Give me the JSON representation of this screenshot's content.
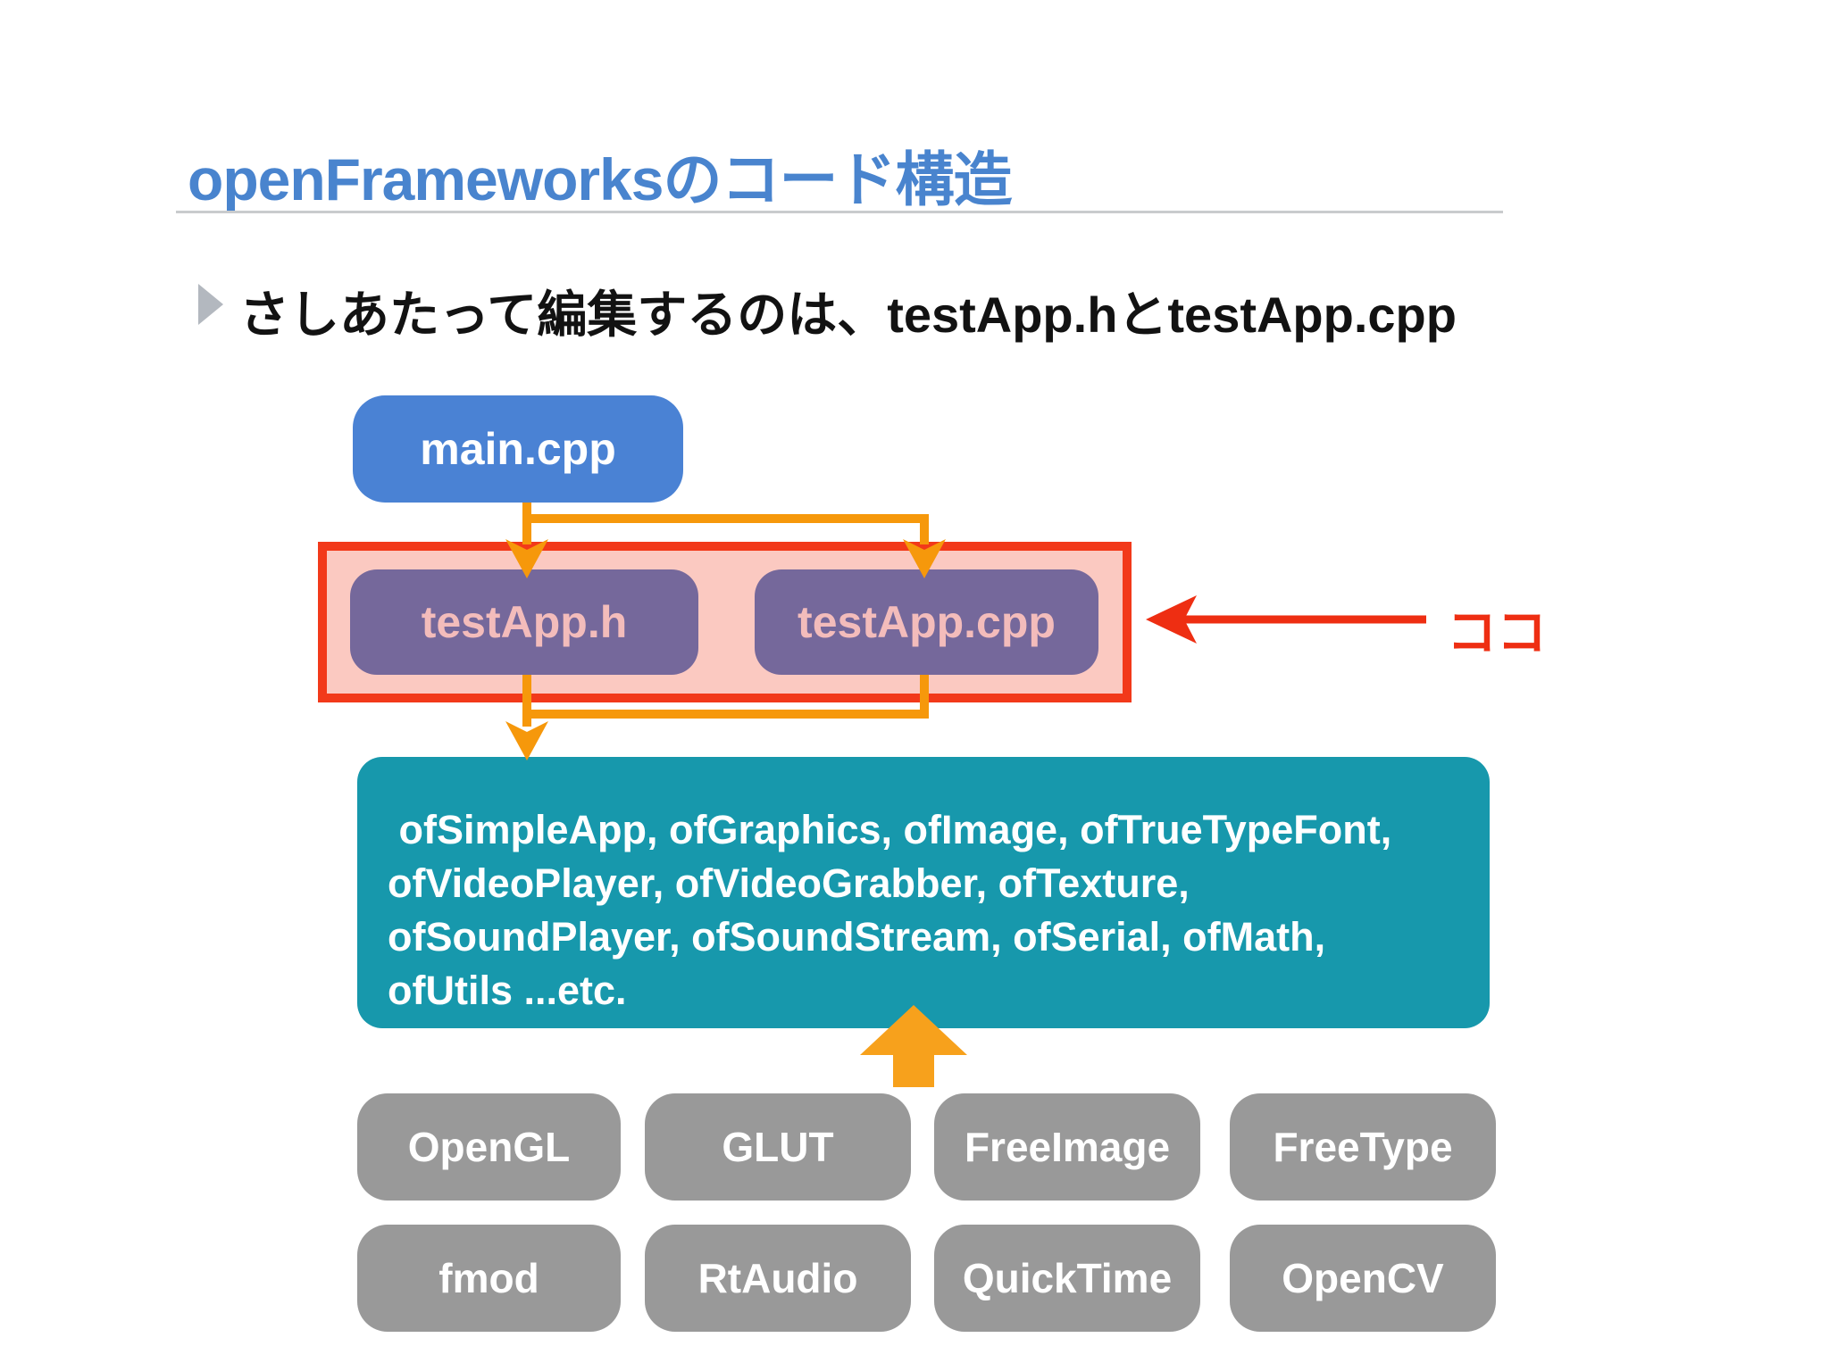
{
  "slide": {
    "title": "openFrameworksのコード構造",
    "bullet": "さしあたって編集するのは、testApp.hとtestApp.cpp",
    "annotation": "ココ"
  },
  "diagram": {
    "main_box": "main.cpp",
    "app_boxes": [
      "testApp.h",
      "testApp.cpp"
    ],
    "core_box_lines": [
      " ofSimpleApp, ofGraphics, ofImage, ofTrueTypeFont,",
      "ofVideoPlayer, ofVideoGrabber, ofTexture,",
      "ofSoundPlayer, ofSoundStream, ofSerial, ofMath,",
      "ofUtils ...etc."
    ],
    "libraries": [
      [
        "OpenGL",
        "GLUT",
        "FreeImage",
        "FreeType"
      ],
      [
        "fmod",
        "RtAudio",
        "QuickTime",
        "OpenCV"
      ]
    ]
  },
  "colors": {
    "title_blue": "#4984CE",
    "box_blue": "#4A82D4",
    "connector_orange": "#F6980B",
    "block_arrow_orange": "#F7A11C",
    "highlight_red": "#F2391A",
    "highlight_pink": "#FBC9C1",
    "app_purple": "#75689B",
    "app_text_pink": "#F3BCBB",
    "core_teal": "#1798AC",
    "library_gray": "#999999",
    "annotation_red": "#EE2E12"
  }
}
